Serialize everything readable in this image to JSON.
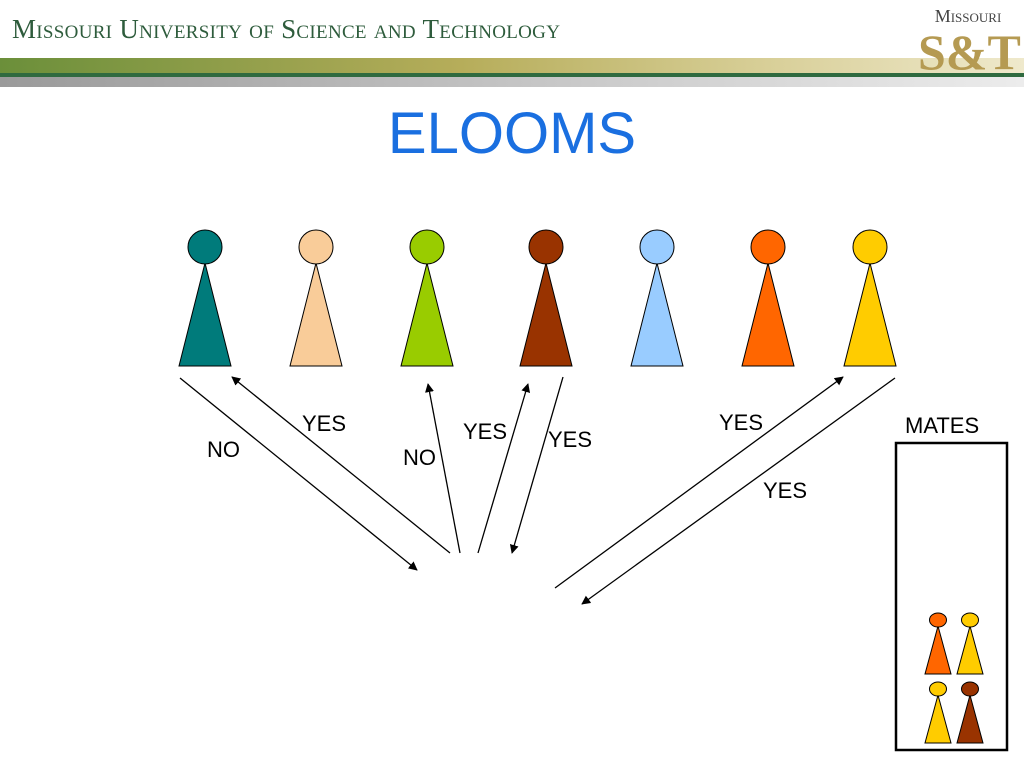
{
  "header": {
    "university": "Missouri University of Science and Technology",
    "logo_top": "Missouri",
    "logo_main": "S&T"
  },
  "title": "ELOOMS",
  "figures": [
    {
      "color": "#007b7b"
    },
    {
      "color": "#f9cc99"
    },
    {
      "color": "#99cc00"
    },
    {
      "color": "#993300"
    },
    {
      "color": "#99ccff"
    },
    {
      "color": "#ff6600"
    },
    {
      "color": "#ffcc00"
    }
  ],
  "edge_labels": {
    "no_1": "NO",
    "yes_1": "YES",
    "no_2": "NO",
    "yes_2": "YES",
    "yes_3": "YES",
    "yes_4": "YES",
    "yes_5": "YES"
  },
  "mates": {
    "label": "MATES",
    "pairs": [
      [
        "#ff6600",
        "#ffcc00"
      ],
      [
        "#ffcc00",
        "#993300"
      ]
    ]
  }
}
